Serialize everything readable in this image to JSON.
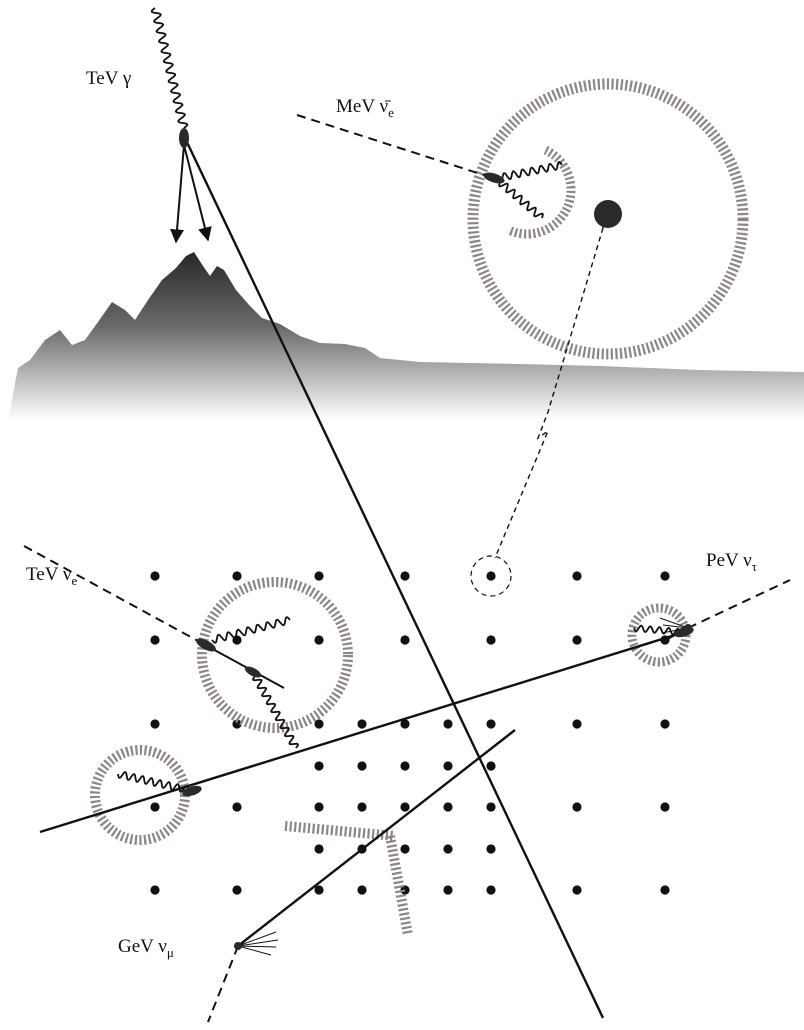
{
  "labels": {
    "tev_gamma": {
      "energy": "TeV",
      "particle": "γ"
    },
    "mev_antinu_e": {
      "energy": "MeV",
      "particle": "ν̄",
      "sub": "e"
    },
    "tev_nu_e": {
      "energy": "TeV",
      "particle": "ν",
      "sub": "e"
    },
    "pev_nu_tau": {
      "energy": "PeV",
      "particle": "ν",
      "sub": "τ"
    },
    "gev_nu_mu": {
      "energy": "GeV",
      "particle": "ν",
      "sub": "μ"
    }
  },
  "colors": {
    "ink": "#111111",
    "cherenkov_ring": "#8f8582",
    "mountain_dark": "#2e2e2e",
    "mountain_light": "#ffffff",
    "detector_dot": "#111111"
  },
  "elements": {
    "mountain": "mountain-silhouette",
    "detector": "optical-module-grid",
    "cherenkov": "cherenkov-light-ring"
  }
}
